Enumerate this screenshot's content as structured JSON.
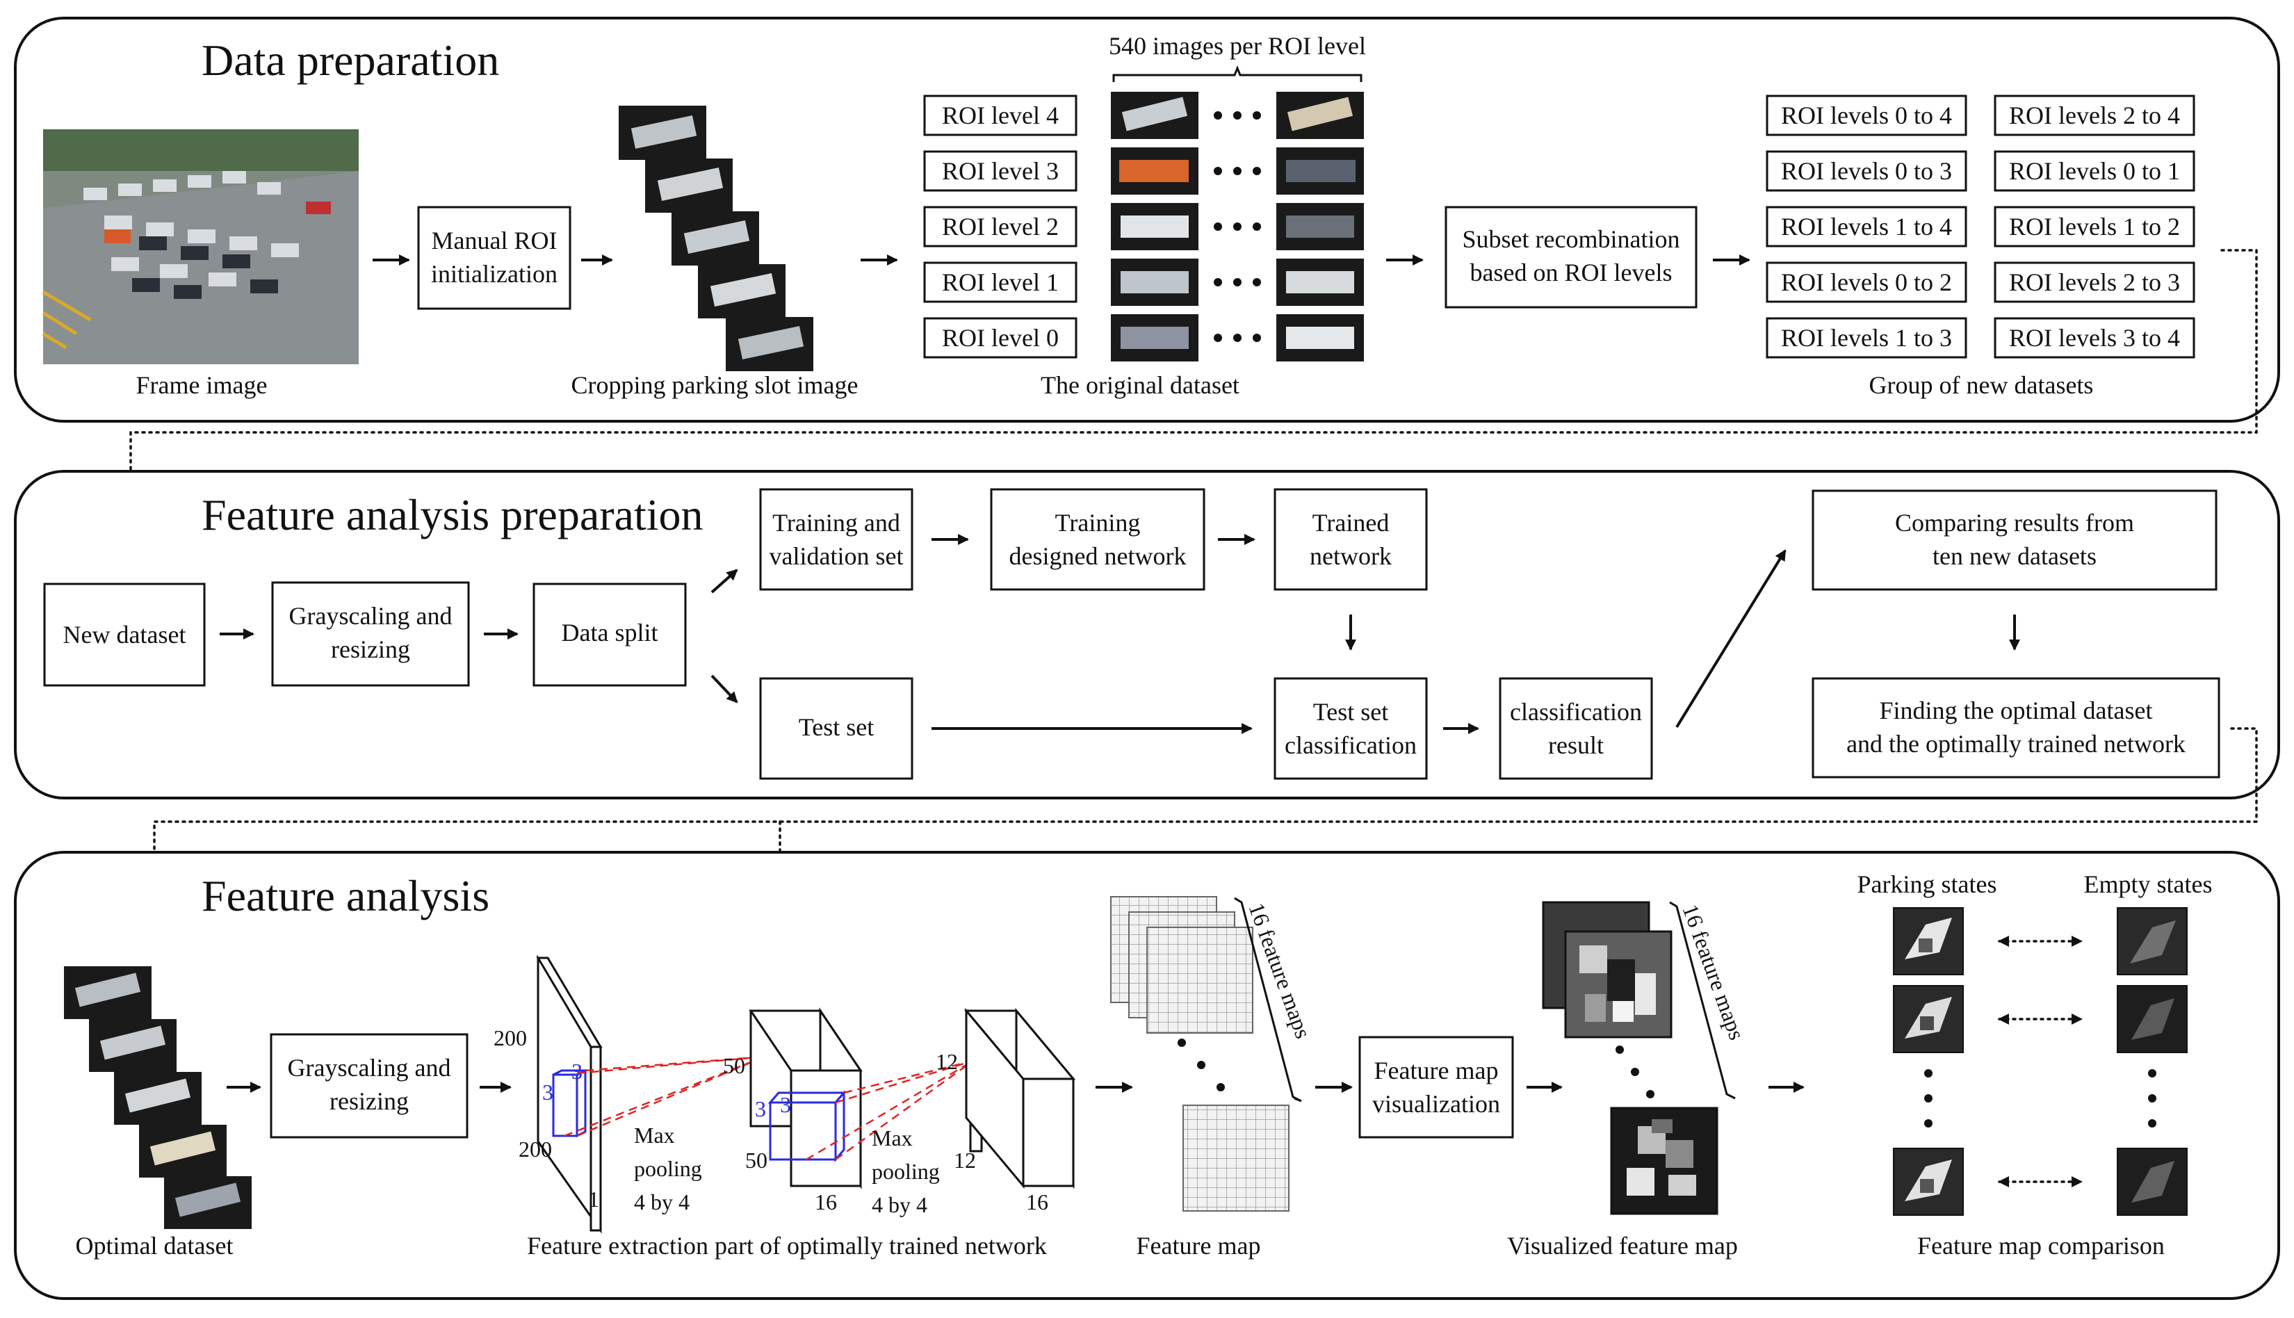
{
  "panels": {
    "data_preparation": {
      "title": "Data preparation",
      "frame_image_caption": "Frame image",
      "manual_roi_box": [
        "Manual ROI",
        "initialization"
      ],
      "cropping_caption": "Cropping parking slot image",
      "images_per_roi": "540 images per ROI level",
      "roi_levels": [
        "ROI level 4",
        "ROI level 3",
        "ROI level 2",
        "ROI level 1",
        "ROI level 0"
      ],
      "original_dataset_caption": "The original dataset",
      "subset_box": [
        "Subset recombination",
        "based on ROI levels"
      ],
      "new_datasets": [
        [
          "ROI levels 0 to 4",
          "ROI levels 2 to 4"
        ],
        [
          "ROI levels 0 to 3",
          "ROI levels 0 to 1"
        ],
        [
          "ROI levels 1 to 4",
          "ROI levels 1 to 2"
        ],
        [
          "ROI levels 0 to 2",
          "ROI levels 2 to 3"
        ],
        [
          "ROI levels 1 to 3",
          "ROI levels 3 to 4"
        ]
      ],
      "new_datasets_caption": "Group of new datasets"
    },
    "feature_analysis_preparation": {
      "title": "Feature analysis preparation",
      "new_dataset": "New dataset",
      "grayscaling": [
        "Grayscaling and",
        "resizing"
      ],
      "data_split": "Data split",
      "training_validation": [
        "Training and",
        "validation set"
      ],
      "training_network": [
        "Training",
        "designed network"
      ],
      "trained_network": [
        "Trained",
        "network"
      ],
      "test_set": "Test set",
      "test_set_classification": [
        "Test set",
        "classification"
      ],
      "classification_result": [
        "classification",
        "result"
      ],
      "comparing_results": [
        "Comparing results from",
        "ten new datasets"
      ],
      "finding_optimal": [
        "Finding the optimal dataset",
        "and the optimally trained network"
      ]
    },
    "feature_analysis": {
      "title": "Feature analysis",
      "optimal_dataset_caption": "Optimal dataset",
      "grayscaling": [
        "Grayscaling and",
        "resizing"
      ],
      "layer1": {
        "h": "200",
        "w": "200",
        "d": "1",
        "k1": "3",
        "k2": "3"
      },
      "pool1": [
        "Max",
        "pooling",
        "4 by 4"
      ],
      "layer2": {
        "h": "50",
        "w": "50",
        "d": "16",
        "k1": "3",
        "k2": "3"
      },
      "pool2": [
        "Max",
        "pooling",
        "4 by 4"
      ],
      "layer3": {
        "h": "12",
        "w": "12",
        "d": "16"
      },
      "network_caption": "Feature extraction part of optimally trained network",
      "feature_map_caption": "Feature map",
      "feature_maps_brace": "16 feature maps",
      "visualization_box": [
        "Feature map",
        "visualization"
      ],
      "visualized_caption": "Visualized feature map",
      "visualized_brace": "16 feature maps",
      "parking_states": "Parking states",
      "empty_states": "Empty states",
      "comparison_caption": "Feature map comparison"
    }
  }
}
